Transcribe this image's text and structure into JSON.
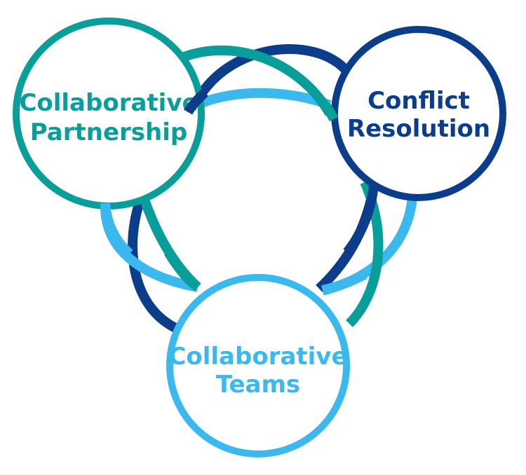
{
  "diagram": {
    "colors": {
      "teal": "#0a9e9b",
      "navy": "#0c3d8a",
      "sky": "#3bb9ee",
      "background": "#ffffff"
    },
    "nodes": [
      {
        "id": "collaborative-partnership",
        "line1": "Collaborative",
        "line2": "Partnership",
        "color": "#0a9e9b"
      },
      {
        "id": "conflict-resolution",
        "line1": "Conflict",
        "line2": "Resolution",
        "color": "#0c3d8a"
      },
      {
        "id": "collaborative-teams",
        "line1": "Collaborative",
        "line2": "Teams",
        "color": "#3bb9ee"
      }
    ]
  }
}
